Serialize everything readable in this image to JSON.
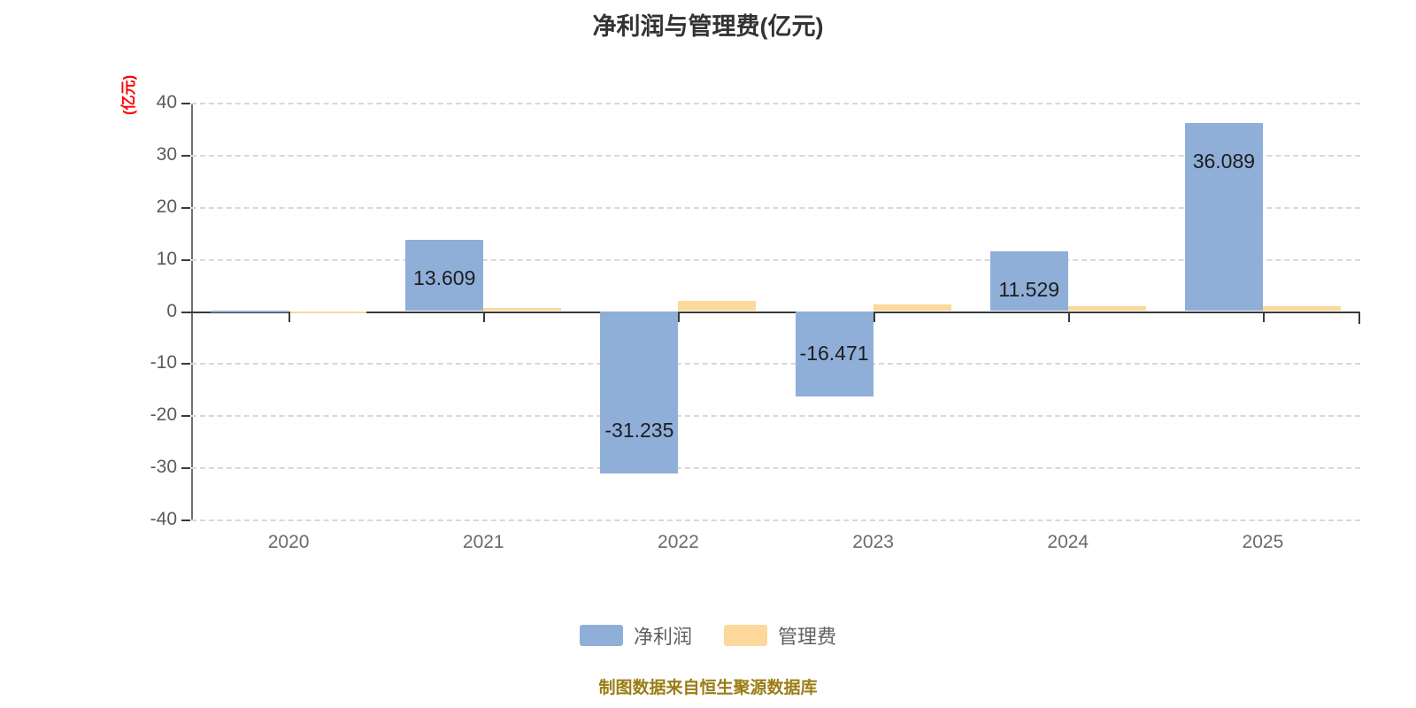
{
  "chart_data": {
    "type": "bar",
    "title": "净利润与管理费(亿元)",
    "xlabel": "",
    "ylabel": "(亿元)",
    "unit_label": "(亿元)",
    "categories": [
      "2020",
      "2021",
      "2022",
      "2023",
      "2024",
      "2025"
    ],
    "ylim": [
      -40,
      40
    ],
    "yticks": [
      40,
      30,
      20,
      10,
      0,
      -10,
      -20,
      -30,
      -40
    ],
    "ytick_labels": [
      "40",
      "30",
      "20",
      "10",
      "0",
      "-10",
      "-20",
      "-30",
      "-40"
    ],
    "grid": true,
    "legend_position": "bottom",
    "series": [
      {
        "name": "净利润",
        "color": "#8fafd9",
        "values": [
          0.08,
          13.609,
          -31.235,
          -16.471,
          11.529,
          36.089
        ],
        "labels": [
          "",
          "13.609",
          "-31.235",
          "-16.471",
          "11.529",
          "36.089"
        ]
      },
      {
        "name": "管理费",
        "color": "#fcd89b",
        "values": [
          0.0,
          0.55,
          1.9,
          1.2,
          0.95,
          0.95
        ],
        "labels": [
          "",
          "",
          "",
          "",
          "",
          ""
        ]
      }
    ],
    "annotations": []
  },
  "legend": {
    "items": [
      {
        "label": "净利润",
        "color": "#8fafd9"
      },
      {
        "label": "管理费",
        "color": "#fcd89b"
      }
    ]
  },
  "footer": {
    "note": "制图数据来自恒生聚源数据库",
    "color": "#9a7d14"
  },
  "colors": {
    "title": "#333333",
    "profit": "#8fafd9",
    "expense": "#fcd89b",
    "unit_label": "#ff0000",
    "grid": "#d8d8d8",
    "axis": "#3a3a3a",
    "tick_text": "#5a5a5a",
    "footer": "#9a7d14",
    "background": "#ffffff"
  }
}
